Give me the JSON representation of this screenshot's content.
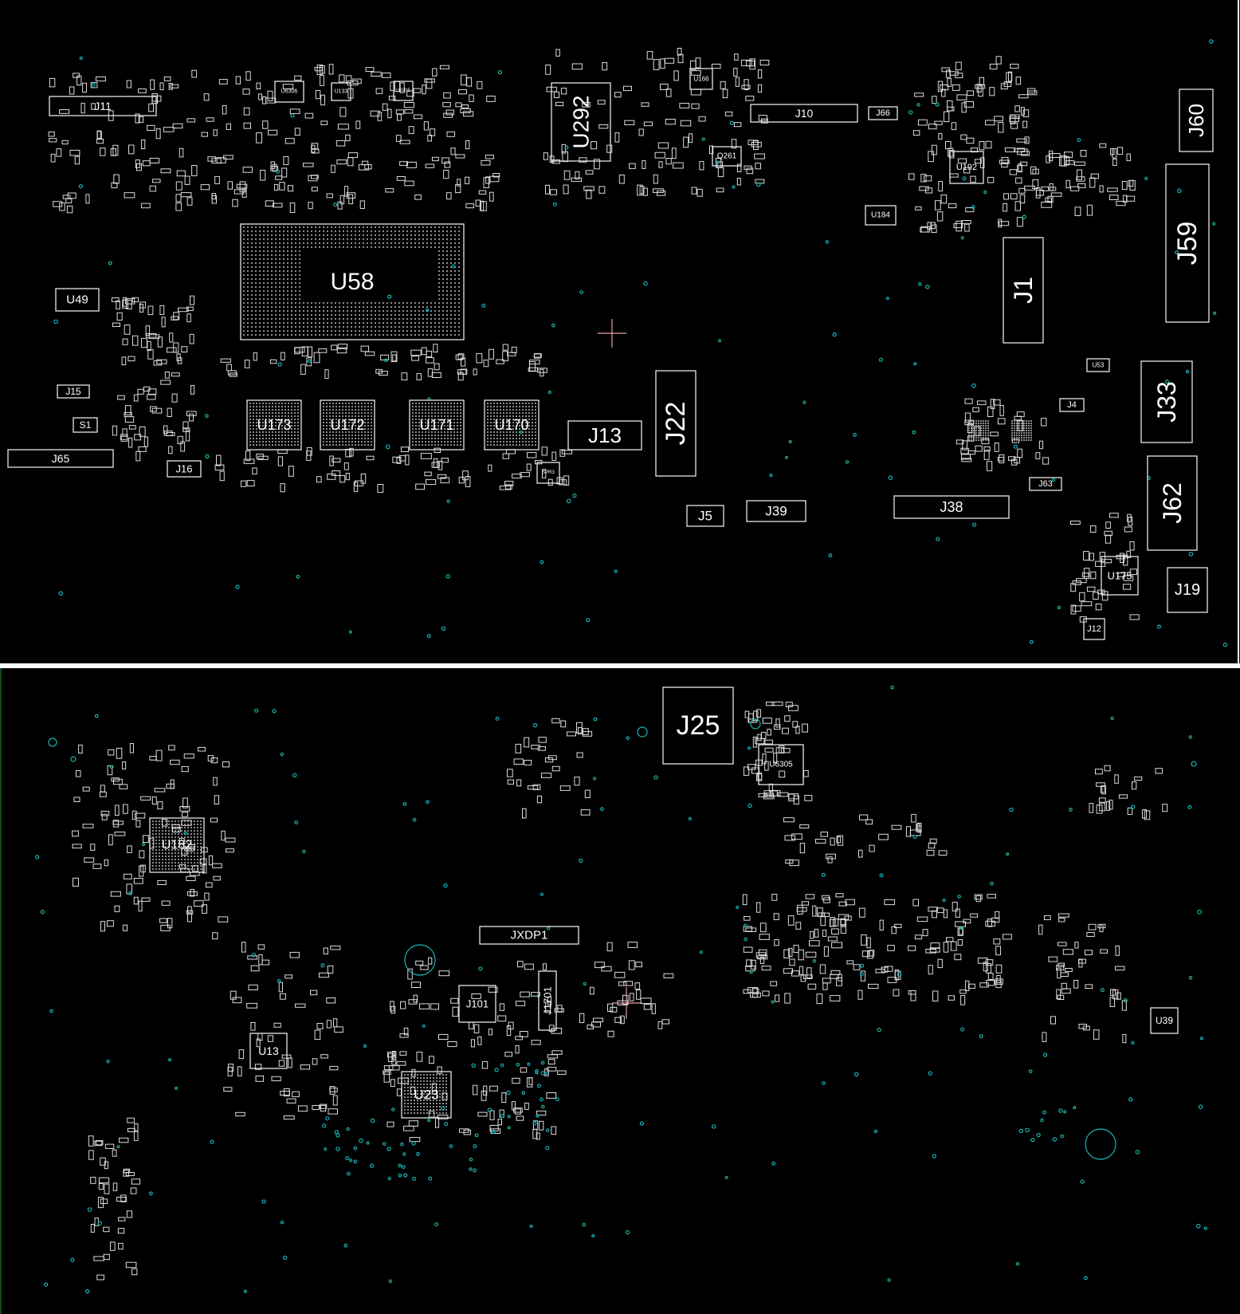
{
  "viewer": {
    "top_side": "top",
    "bottom_side": "bottom",
    "colors": {
      "background": "#000000",
      "outline": "#e8e8e8",
      "via": "#19b3b3",
      "divider": "#ffffff",
      "cursor": "#e7a0a0"
    }
  },
  "components": {
    "U58": "U58",
    "U292": "U292",
    "U170": "U170",
    "U171": "U171",
    "U172": "U172",
    "U173": "U173",
    "U49": "U49",
    "U184": "U184",
    "U192": "U192",
    "U175": "U175",
    "U166": "U166",
    "U6306": "U6306",
    "U6305_top": "U6305",
    "U53": "U53",
    "Q261": "Q261",
    "U133": "U133",
    "J11": "J11",
    "J10": "J10",
    "J66": "J66",
    "J60": "J60",
    "J59": "J59",
    "J1": "J1",
    "J22": "J22",
    "J13": "J13",
    "J5": "J5",
    "J39": "J39",
    "J38": "J38",
    "J33": "J33",
    "J62": "J62",
    "J63": "J63",
    "J4": "J4",
    "J19": "J19",
    "J12": "J12",
    "J15": "J15",
    "J16": "J16",
    "J65": "J65",
    "S1": "S1",
    "SPR3": "SPR3",
    "J25": "J25",
    "U6305": "U6305",
    "U182": "U182",
    "JXDP1": "JXDP1",
    "J101": "J101",
    "J1701": "J1701",
    "U13": "U13",
    "U23": "U23",
    "U39": "U39"
  }
}
